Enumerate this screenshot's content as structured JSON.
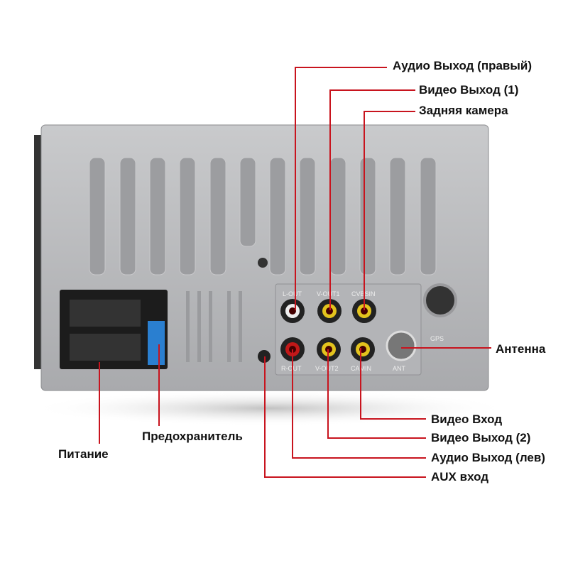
{
  "device_labels": {
    "l_out": "L-OUT",
    "v_out1": "V-OUT1",
    "cvbs_in": "CVBSIN",
    "r_out": "R-OUT",
    "v_out2": "V-OUT2",
    "cam_in": "CAMIN",
    "ant": "ANT",
    "gps": "GPS"
  },
  "callouts": {
    "audio_out_right": "Аудио Выход (правый)",
    "video_out_1": "Видео Выход (1)",
    "rear_camera": "Задняя камера",
    "antenna": "Антенна",
    "video_in": "Видео Вход",
    "video_out_2": "Видео Выход (2)",
    "audio_out_left": "Аудио Выход (лев)",
    "aux_in": "AUX вход",
    "fuse": "Предохранитель",
    "power": "Питание"
  },
  "colors": {
    "line": "#c8141e",
    "body": "#b9babd"
  }
}
